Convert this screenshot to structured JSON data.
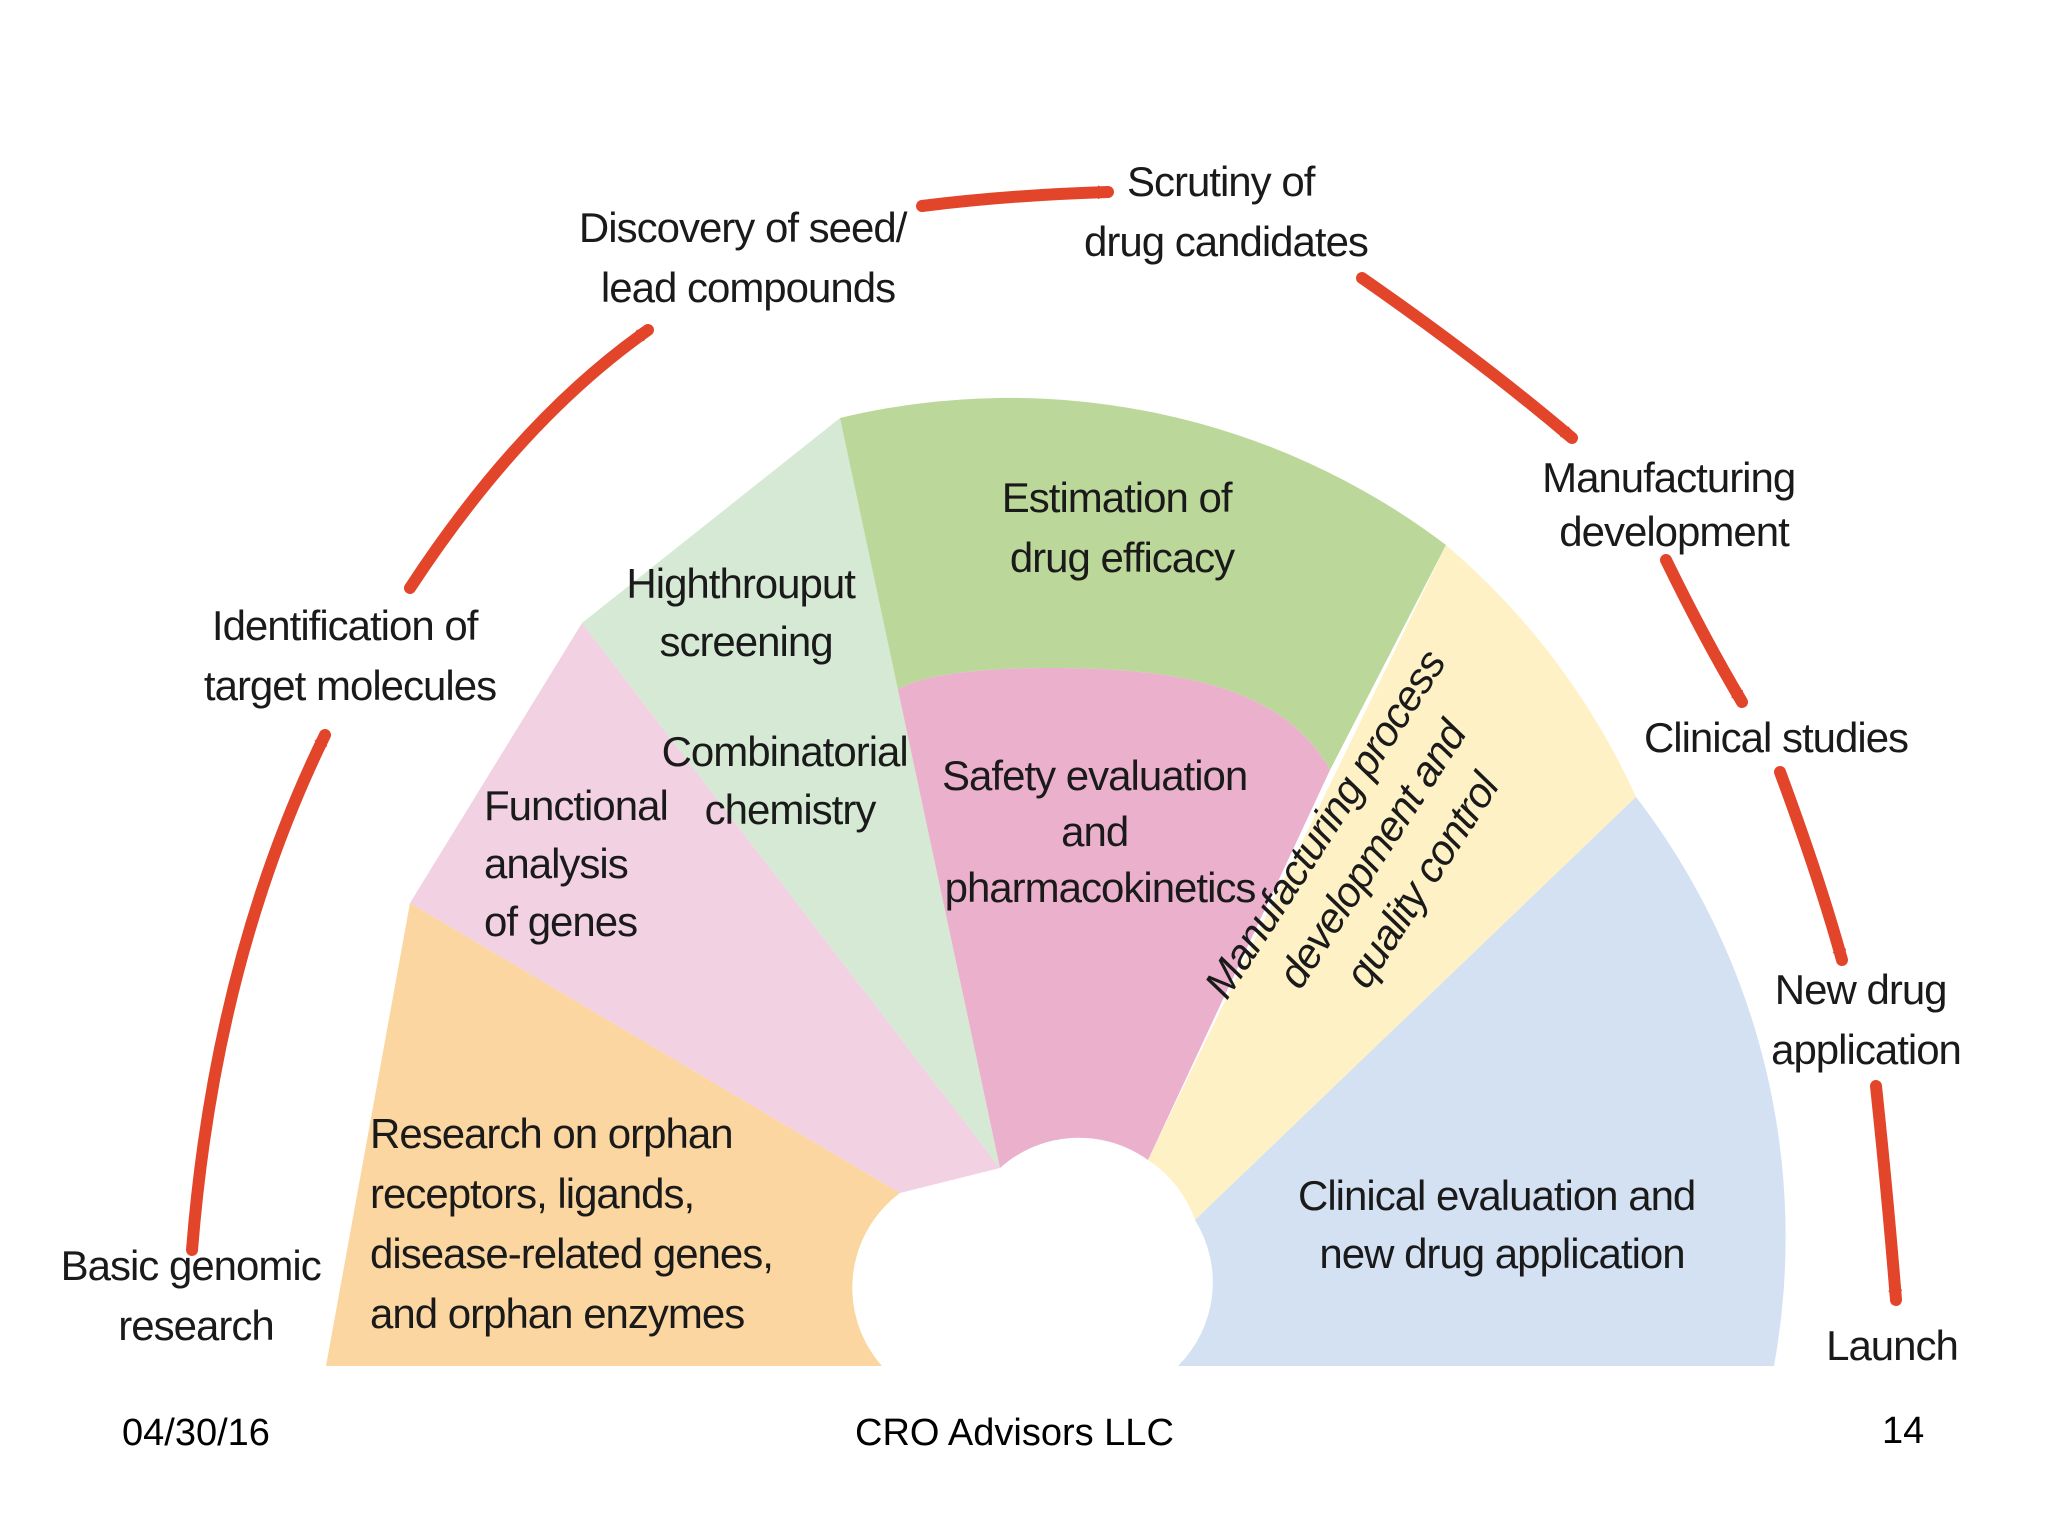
{
  "colors": {
    "orange": "#fbd6a0",
    "pink": "#f2d1e2",
    "light_green": "#d6e9d5",
    "green": "#bcd79a",
    "rose": "#eab0cc",
    "yellow": "#fdf1c5",
    "blue": "#d3e1f3",
    "arrow": "#e2452a"
  },
  "icons": {
    "arrow": "red-arrow-icon"
  },
  "sectors": {
    "orphan": [
      "Research on orphan",
      "receptors, ligands,",
      "disease-related genes,",
      "and orphan enzymes"
    ],
    "functional": [
      "Functional",
      "analysis",
      "of genes"
    ],
    "hts": [
      "Highthrouput",
      "screening"
    ],
    "combinatorial": [
      "Combinatorial",
      "chemistry"
    ],
    "efficacy": [
      "Estimation of",
      "drug efficacy"
    ],
    "safety": [
      "Safety evaluation",
      "and",
      "pharmacokinetics"
    ],
    "manufacturing": [
      "Manufacturing process",
      "development and",
      "quality control"
    ],
    "clinical": [
      "Clinical evaluation and",
      "new drug application"
    ]
  },
  "stages": {
    "basic": [
      "Basic genomic",
      "research"
    ],
    "identification": [
      "Identification of",
      "target molecules"
    ],
    "discovery": [
      "Discovery of seed/",
      "lead compounds"
    ],
    "scrutiny": [
      "Scrutiny of",
      "drug candidates"
    ],
    "manufacturing": [
      "Manufacturing",
      "development"
    ],
    "clinical": [
      "Clinical studies"
    ],
    "nda": [
      "New drug",
      "application"
    ],
    "launch": [
      "Launch"
    ]
  },
  "footer": {
    "date": "04/30/16",
    "company": "CRO Advisors LLC",
    "page": "14"
  }
}
